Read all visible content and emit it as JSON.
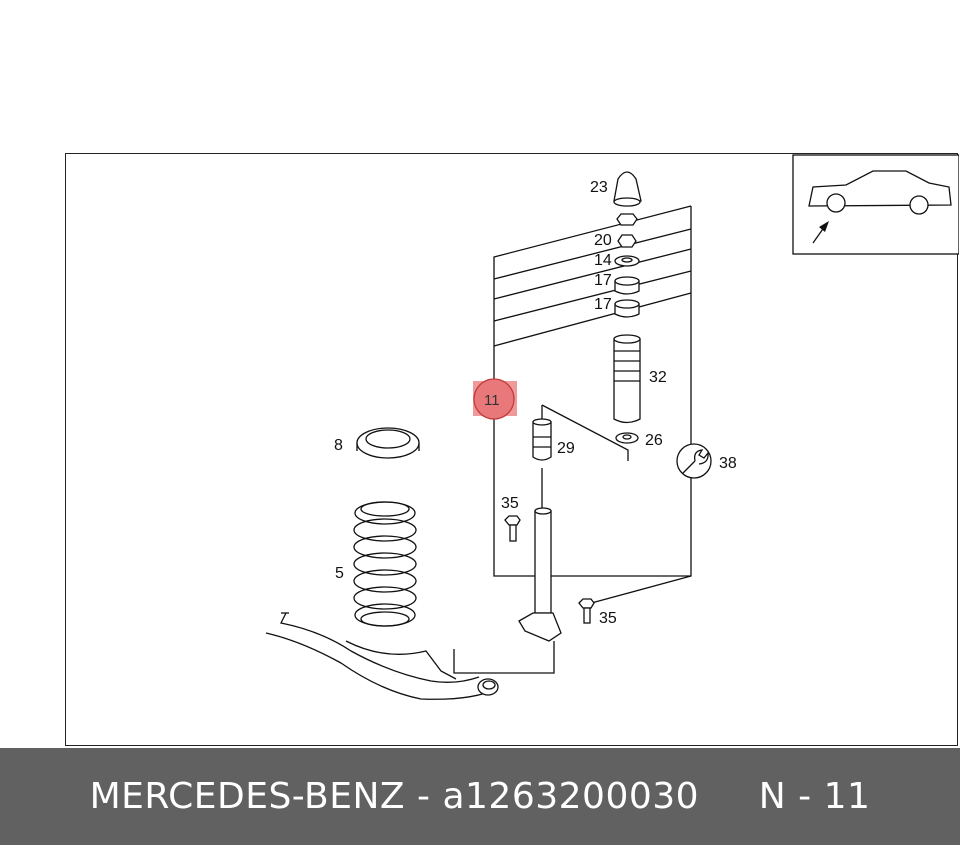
{
  "diagram": {
    "labels": {
      "p23": "23",
      "p20": "20",
      "p14": "14",
      "p17a": "17",
      "p17b": "17",
      "p32": "32",
      "p11": "11",
      "p29": "29",
      "p26": "26",
      "p38": "38",
      "p8": "8",
      "p35a": "35",
      "p5": "5",
      "p35b": "35"
    },
    "highlight_color": "#e8787a"
  },
  "footer": {
    "brand": "MERCEDES-BENZ",
    "separator": " - ",
    "part_number": "a1263200030",
    "gap": "     ",
    "position": "N - 11"
  }
}
